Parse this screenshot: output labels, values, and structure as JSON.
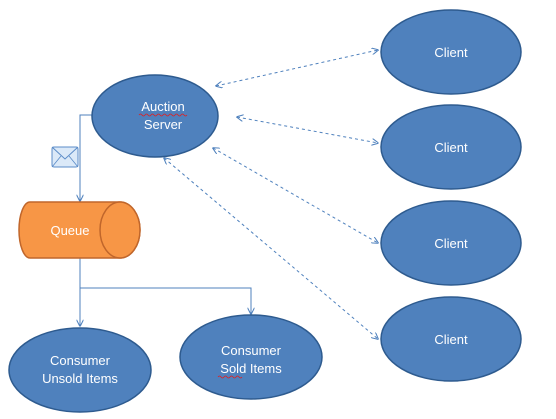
{
  "nodes": {
    "auction_server": {
      "label_line1": "Auction",
      "label_line2": "Server"
    },
    "queue": {
      "label": "Queue"
    },
    "consumer_unsold": {
      "label_line1": "Consumer",
      "label_line2": "Unsold Items"
    },
    "consumer_sold": {
      "label_line1": "Consumer",
      "label_line2": "Sold Items"
    },
    "clients": [
      {
        "label": "Client"
      },
      {
        "label": "Client"
      },
      {
        "label": "Client"
      },
      {
        "label": "Client"
      }
    ]
  },
  "icons": {
    "message": "envelope-icon"
  },
  "colors": {
    "node_fill": "#4f81bd",
    "node_stroke": "#2e5b8f",
    "queue_fill": "#f79646",
    "queue_stroke": "#c0662b",
    "connector": "#4f81bd",
    "envelope_fill": "#dbe9f8",
    "envelope_stroke": "#5b8cc8"
  }
}
